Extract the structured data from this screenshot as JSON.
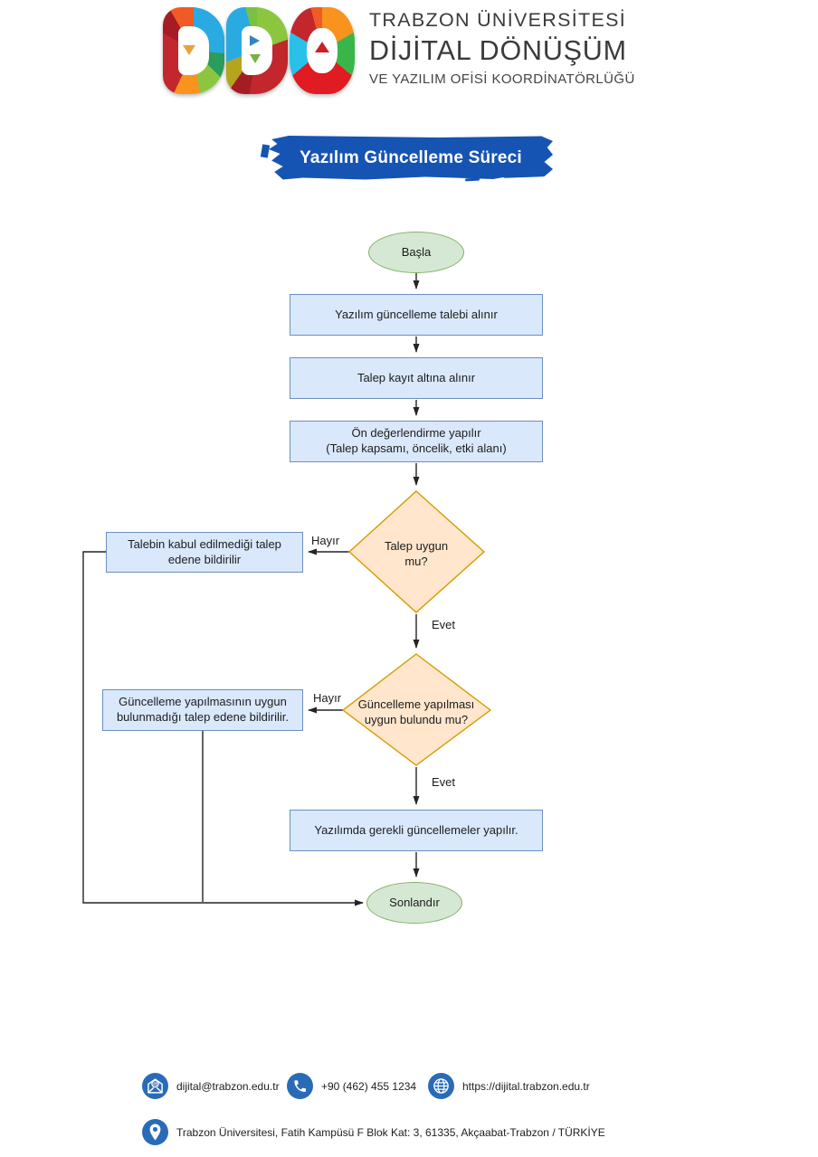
{
  "header": {
    "logo": "DDO",
    "org_line1": "TRABZON ÜNİVERSİTESİ",
    "org_line2": "DİJİTAL DÖNÜŞÜM",
    "org_line3": "VE YAZILIM OFİSİ KOORDİNATÖRLÜĞÜ"
  },
  "banner": {
    "title": "Yazılım Güncelleme Süreci",
    "color": "#1654b4"
  },
  "flowchart": {
    "nodes": {
      "start": "Başla",
      "step1": "Yazılım güncelleme talebi alınır",
      "step2": "Talep kayıt altına alınır",
      "step3": {
        "lines": [
          "Ön değerlendirme yapılır",
          "(Talep kapsamı, öncelik, etki alanı)"
        ]
      },
      "decision1": {
        "lines": [
          "Talep uygun",
          "mu?"
        ]
      },
      "reject1": {
        "lines": [
          "Talebin kabul edilmediği talep",
          "edene bildirilir"
        ]
      },
      "decision2": {
        "lines": [
          "Güncelleme yapılması",
          "uygun bulundu mu?"
        ]
      },
      "reject2": {
        "lines": [
          "Güncelleme yapılmasının uygun",
          "bulunmadığı talep edene bildirilir."
        ]
      },
      "step4": "Yazılımda gerekli güncellemeler yapılır.",
      "end": "Sonlandır"
    },
    "labels": {
      "yes1": "Evet",
      "yes2": "Evet",
      "no1": "Hayır",
      "no2": "Hayır"
    },
    "colors": {
      "process_fill": "#dae8fc",
      "process_border": "#6c8ebf",
      "decision_fill": "#ffe6cc",
      "decision_border": "#d79b00",
      "terminal_fill": "#d5e8d4",
      "terminal_border": "#82b366",
      "connector": "#242424"
    }
  },
  "footer": {
    "email": "dijital@trabzon.edu.tr",
    "phone": "+90 (462) 455 1234",
    "website": "https://dijital.trabzon.edu.tr",
    "address": "Trabzon Üniversitesi, Fatih Kampüsü F Blok Kat: 3, 61335, Akçaabat-Trabzon / TÜRKİYE",
    "icon_color": "#2a6bb8"
  }
}
